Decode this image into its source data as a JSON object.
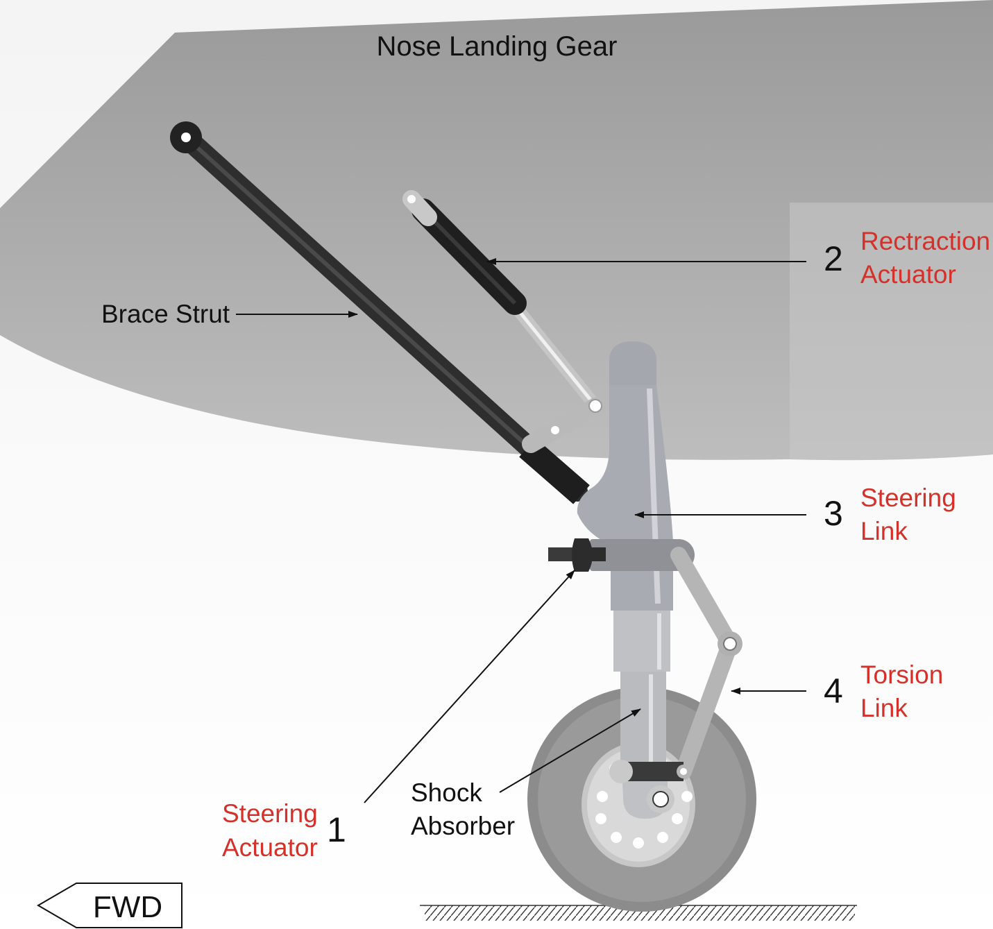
{
  "title": "Nose Landing Gear",
  "colors": {
    "fuselage_dark": "#9a9a9a",
    "fuselage_light": "#c4c4c4",
    "red_label": "#d4312a",
    "strut_dark": "#2e2e2e",
    "gear_gray": "#a9abb2",
    "link_gray": "#b5b5b5",
    "tire_gray": "#8a8a8a"
  },
  "callouts": {
    "steering_actuator": {
      "number": "1",
      "line1": "Steering",
      "line2": "Actuator",
      "color": "red"
    },
    "retraction_actuator": {
      "number": "2",
      "line1": "Rectraction",
      "line2": "Actuator",
      "color": "red"
    },
    "steering_link": {
      "number": "3",
      "line1": "Steering",
      "line2": "Link",
      "color": "red"
    },
    "torsion_link": {
      "number": "4",
      "line1": "Torsion",
      "line2": "Link",
      "color": "red"
    },
    "brace_strut": {
      "label": "Brace Strut",
      "color": "black"
    },
    "shock_absorber": {
      "line1": "Shock",
      "line2": "Absorber",
      "color": "black"
    }
  },
  "direction_indicator": {
    "label": "FWD",
    "icon": "arrow-left-icon"
  }
}
